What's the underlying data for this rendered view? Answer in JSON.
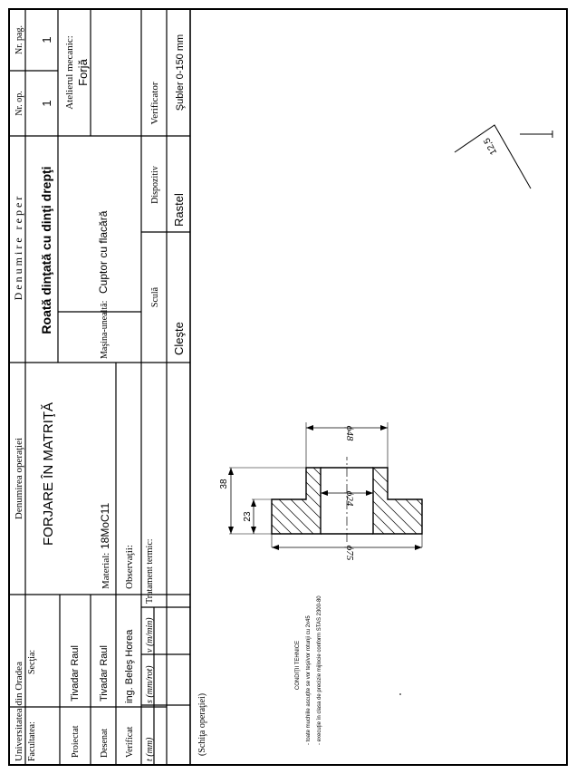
{
  "header": {
    "university": "Universitatea din Oradea",
    "faculty_label": "Facultatea:",
    "section_label": "Secţia:",
    "roles": [
      {
        "label": "Proiectat",
        "name": "Tivadar Raul"
      },
      {
        "label": "Desenat",
        "name": "Tivadar Raul"
      },
      {
        "label": "Verificat",
        "name": "ing. Beleş Horea"
      }
    ],
    "regime_labels": {
      "t": "t (mm)",
      "s": "s (mm/rot)",
      "v": "v (m/min)"
    },
    "treatment_label": "Tratament termic:"
  },
  "operation": {
    "header": "Denumirea operaţiei",
    "name": "FORJARE ÎN MATRIŢĂ",
    "material_label": "Material:",
    "material_value": "18MoC11",
    "observations_label": "Observaţii:"
  },
  "part": {
    "header": "D e n u m i r e   r e p e r",
    "name": "Roată dinţată cu dinţi drepţi",
    "machine_label": "Maşina-unealtă:",
    "machine_value": "Cuptor cu flacără",
    "tool_header": "Sculă",
    "tool_value": "Cleşte",
    "device_header": "Dispozitiv",
    "device_value": "Rastel"
  },
  "numbers": {
    "op_header": "Nr. op.",
    "page_header": "Nr. pag.",
    "op_value": "1",
    "page_value": "1",
    "workshop_label": "Atelierul mecanic:",
    "workshop_value": "Forjă",
    "verifier_header": "Verificator",
    "verifier_value": "Şubler 0-150 mm"
  },
  "sketch": {
    "label": "(Schiţa operaţiei)",
    "dim_38": "38",
    "dim_23": "23",
    "dim_d48": "ϕ48",
    "dim_d24": "ϕ24",
    "dim_d75": "ϕ75",
    "roughness": "12,5"
  },
  "conditions": {
    "title": "CONDIŢII TEHNICE",
    "line1": "- toate muchiile ascuţite se vor teşi/vor rotunji cu 2x45",
    "line2": "- execuţie în clasa de precizie mijlocie conform STAS 2300-80"
  }
}
